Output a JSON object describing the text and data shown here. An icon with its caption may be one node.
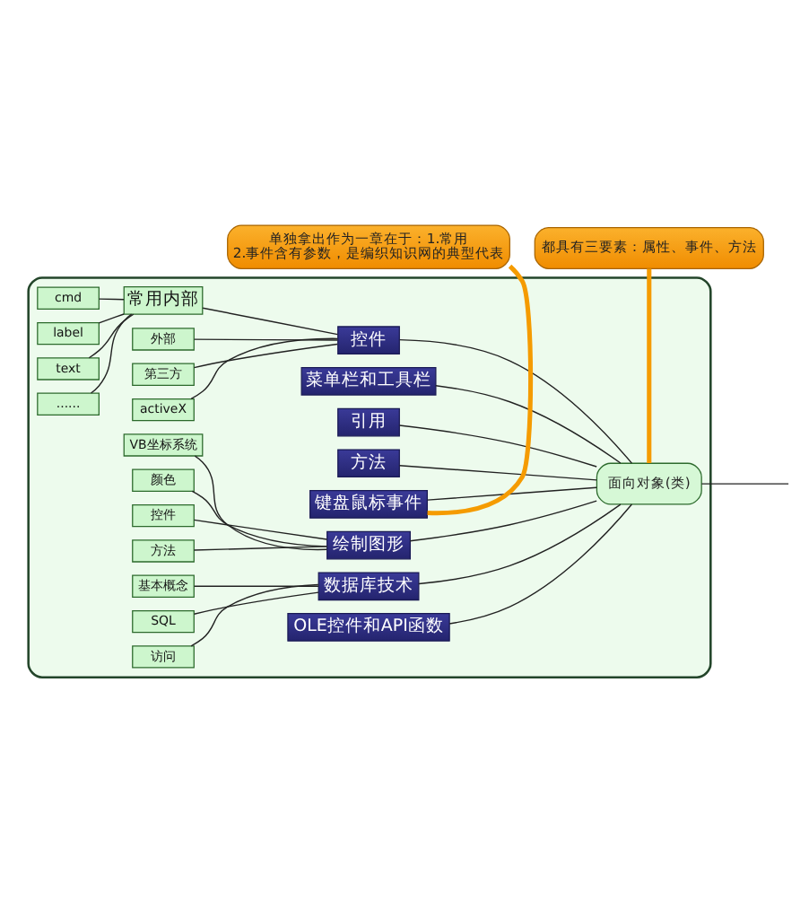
{
  "diagram": {
    "nodes": [
      {
        "text": [],
        "shape": "cloud"
      },
      {
        "text": [
          "都具有三要素：属性、事件、方法"
        ]
      },
      {
        "text": [
          "cmd"
        ],
        "in": 0
      },
      {
        "text": [
          "label"
        ],
        "in": 0
      },
      {
        "text": [
          "text"
        ],
        "in": 0
      },
      {
        "text": [
          "......"
        ],
        "in": 0
      },
      {
        "text": [
          "常用内部"
        ],
        "in": 0
      },
      {
        "text": [
          "控件"
        ],
        "in": 0
      },
      {
        "text": [
          "外部"
        ],
        "in": 0
      },
      {
        "text": [
          "第三方"
        ],
        "in": 0
      },
      {
        "text": [
          "activeX"
        ],
        "in": 0
      },
      {
        "text": [
          "菜单栏和工具栏"
        ],
        "in": 0
      },
      {
        "text": [
          "引用"
        ],
        "in": 0
      },
      {
        "text": [
          "方法"
        ],
        "in": 0
      },
      {
        "text": [
          "键盘鼠标事件"
        ],
        "in": 0
      },
      {
        "text": [
          "面向对象(类)"
        ],
        "in": 0
      },
      {
        "text": [
          "单独拿出作为一章在于：1.常用 2.事件含有参数，是编织知识网的典型代表"
        ]
      },
      {
        "text": [
          "VB坐标系统"
        ],
        "in": 0
      },
      {
        "text": [
          "颜色"
        ],
        "in": 0
      },
      {
        "text": [
          "控件"
        ],
        "in": 0
      },
      {
        "text": [
          "方法"
        ],
        "in": 0
      },
      {
        "text": [
          "绘制图形"
        ],
        "in": 0
      },
      {
        "text": [
          "基本概念"
        ],
        "in": 0
      },
      {
        "text": [
          "SQL"
        ],
        "in": 0
      },
      {
        "text": [
          "访问"
        ],
        "in": 0
      },
      {
        "text": [
          "数据库技术"
        ],
        "in": 0
      },
      {
        "text": [
          "OLE控件和API函数"
        ],
        "in": 0
      }
    ],
    "edges": [
      {
        "from": null,
        "to": 15,
        "arrow": "none"
      },
      {
        "from": 15,
        "to": 26,
        "arrow": "none"
      },
      {
        "from": 25,
        "to": 24,
        "arrow": "none"
      },
      {
        "from": 25,
        "to": 23,
        "arrow": "none"
      },
      {
        "from": 25,
        "to": 22,
        "arrow": "none"
      },
      {
        "from": 15,
        "to": 25,
        "arrow": "none"
      },
      {
        "from": 21,
        "to": 20,
        "arrow": "none"
      },
      {
        "from": 21,
        "to": 19,
        "arrow": "none"
      },
      {
        "from": 21,
        "to": 18,
        "arrow": "none"
      },
      {
        "from": 21,
        "to": 17,
        "arrow": "none"
      },
      {
        "from": 15,
        "to": 21,
        "arrow": "none"
      },
      {
        "from": 16,
        "to": 14,
        "arrow": "none",
        "style": "thick",
        "color": "#f59b00"
      },
      {
        "from": 15,
        "to": 14,
        "arrow": "none"
      },
      {
        "from": 15,
        "to": 13,
        "arrow": "none"
      },
      {
        "from": 15,
        "to": 12,
        "arrow": "none"
      },
      {
        "from": 15,
        "to": 11,
        "arrow": "none"
      },
      {
        "from": 15,
        "to": 7,
        "arrow": "none"
      },
      {
        "from": 7,
        "to": 10,
        "arrow": "none"
      },
      {
        "from": 7,
        "to": 9,
        "arrow": "none"
      },
      {
        "from": 7,
        "to": 8,
        "arrow": "none"
      },
      {
        "from": 7,
        "to": 6,
        "arrow": "none"
      },
      {
        "from": 6,
        "to": 5,
        "arrow": "none"
      },
      {
        "from": 6,
        "to": 4,
        "arrow": "none"
      },
      {
        "from": 6,
        "to": 3,
        "arrow": "none"
      },
      {
        "from": 6,
        "to": 2,
        "arrow": "none"
      },
      {
        "from": 1,
        "to": 15,
        "arrow": "none",
        "style": "thick",
        "color": "#f59b00"
      }
    ]
  }
}
